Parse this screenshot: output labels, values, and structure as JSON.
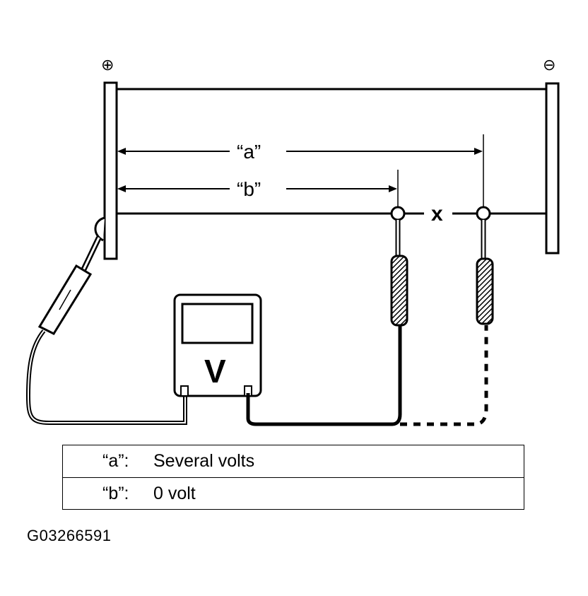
{
  "terminals": {
    "positive": "⊕",
    "negative": "⊖"
  },
  "measurements": {
    "a_label": "“a”",
    "b_label": "“b”"
  },
  "fault_marker": "x",
  "meter": {
    "letter": "V"
  },
  "results": [
    {
      "key": "“a”:",
      "value": "Several volts"
    },
    {
      "key": "“b”:",
      "value": "0 volt"
    }
  ],
  "figure_id": "G03266591",
  "colors": {
    "ink": "#000000",
    "paper": "#ffffff"
  }
}
